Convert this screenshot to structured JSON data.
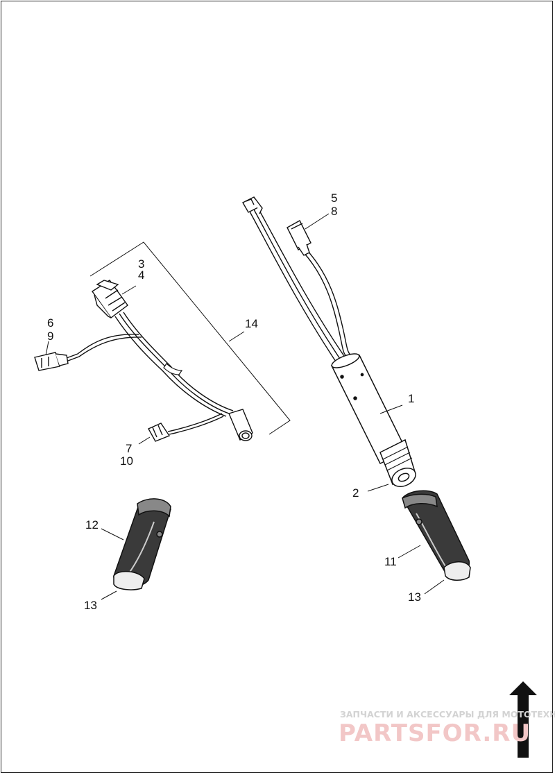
{
  "callouts": [
    "1",
    "2",
    "3",
    "4",
    "5",
    "8",
    "6",
    "9",
    "7",
    "10",
    "11",
    "12",
    "13",
    "13",
    "14"
  ],
  "watermark": {
    "tagline": "ЗАПЧАСТИ И АКСЕССУАРЫ ДЛЯ МОТОТЕХНИКИ",
    "brand": "PARTSFOR.RU"
  },
  "colors": {
    "line": "#111111",
    "watermark_red": "#f2c7c7",
    "watermark_gray": "#d3d3d3"
  }
}
